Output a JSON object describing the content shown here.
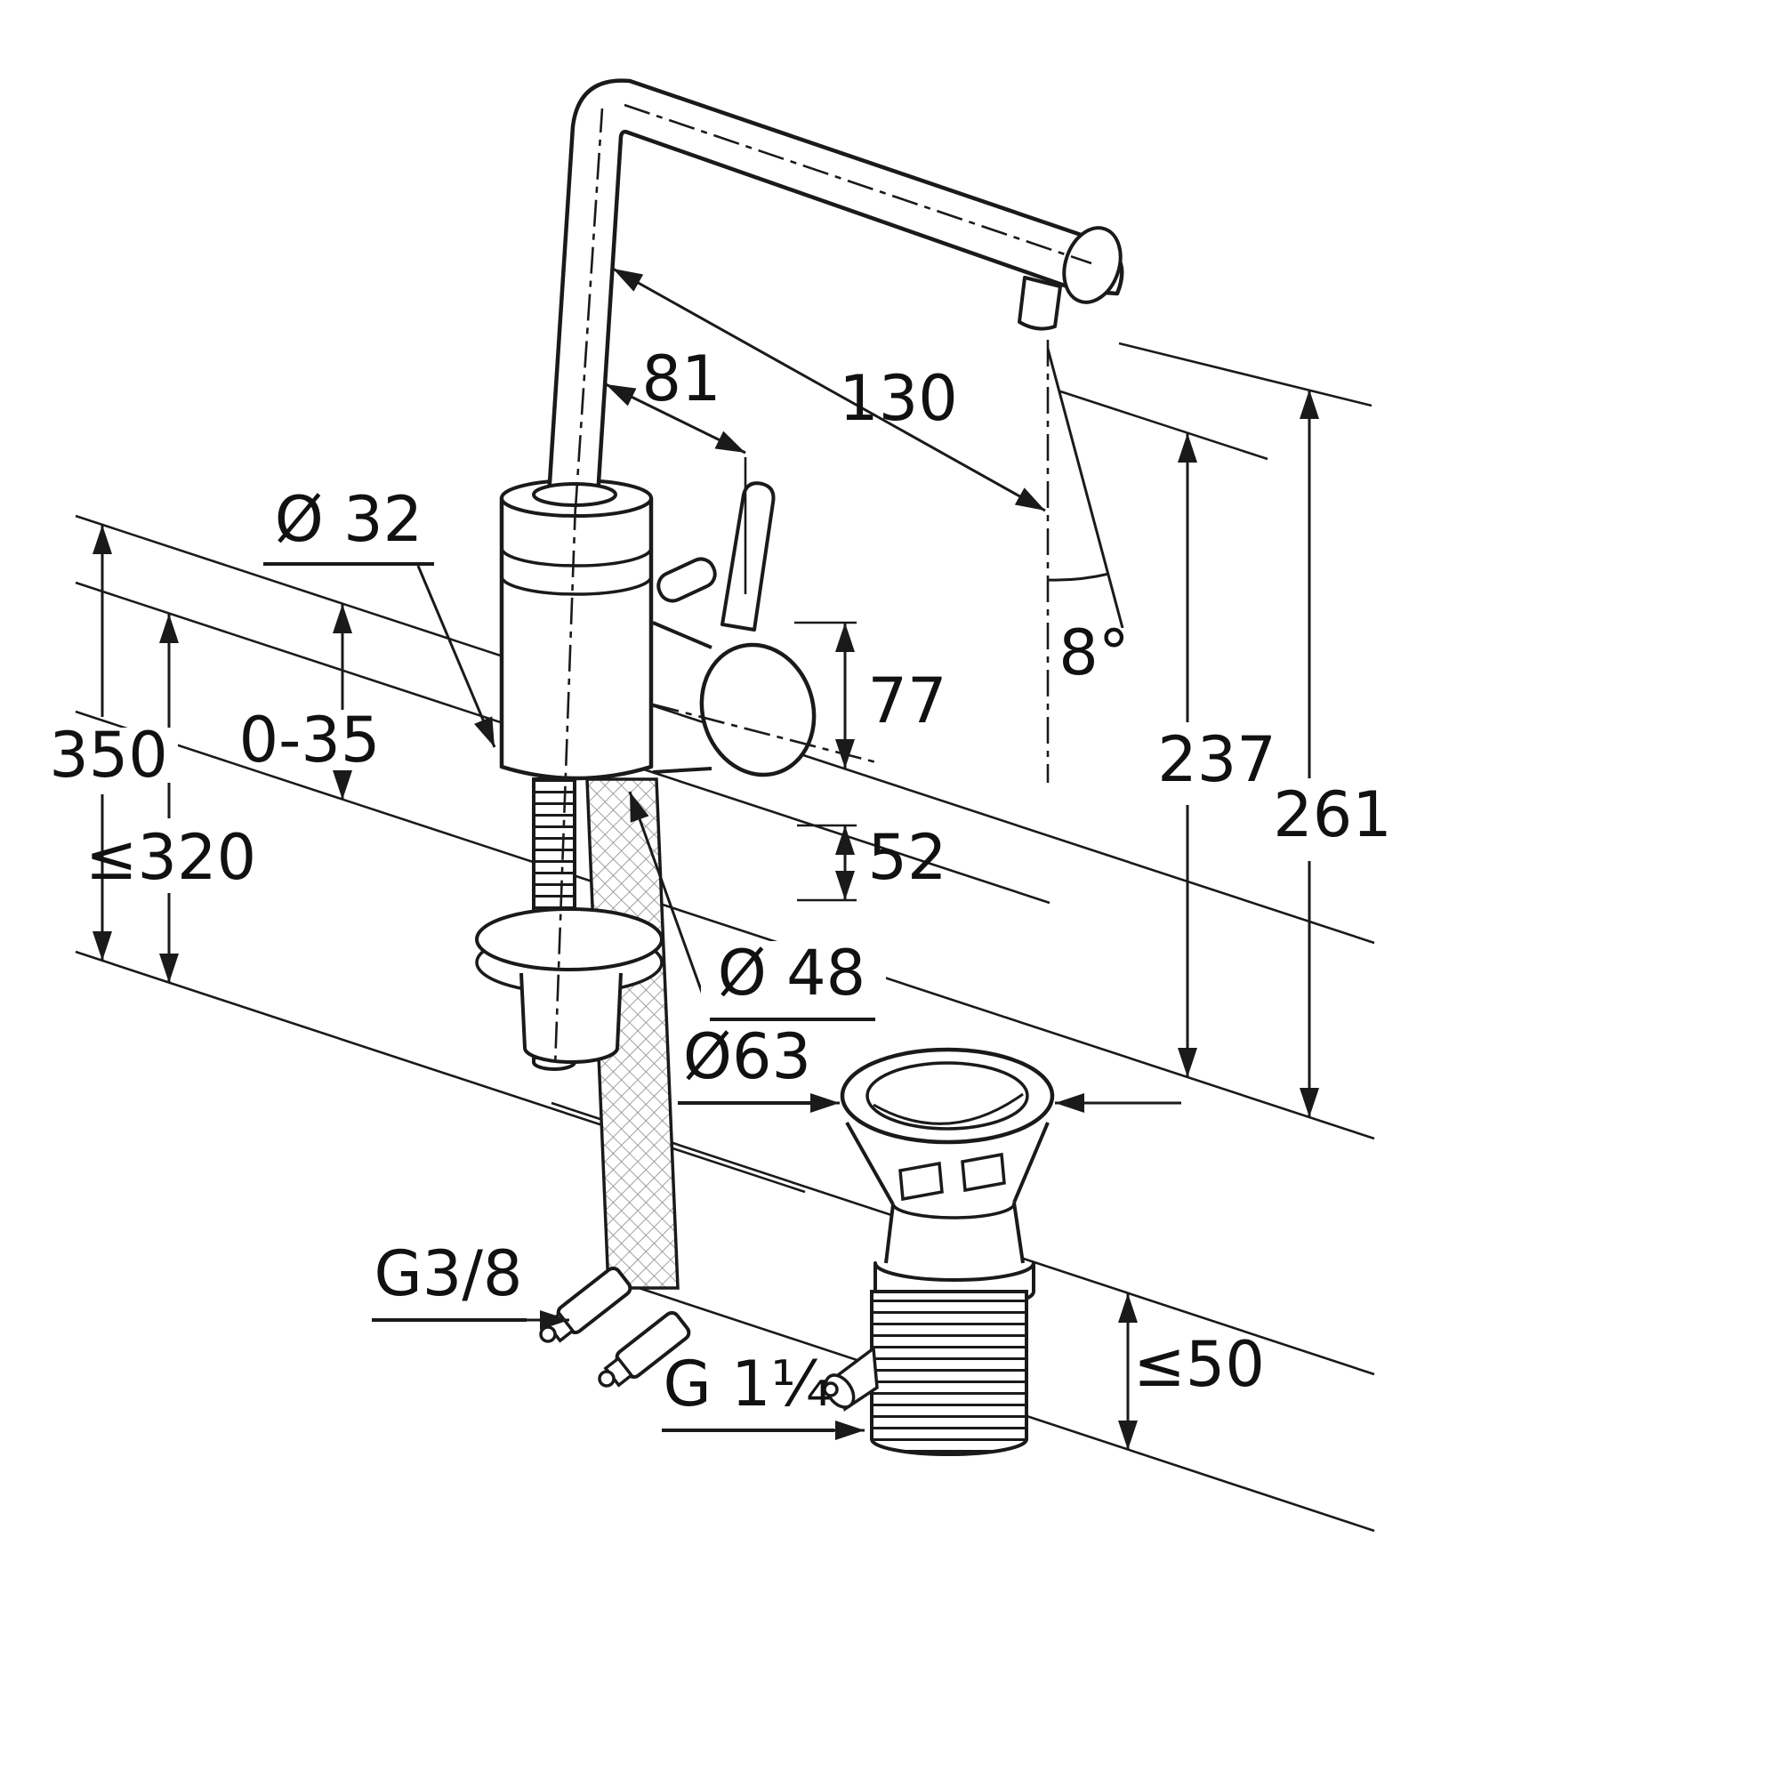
{
  "drawing": {
    "colors": {
      "background": "#ffffff",
      "line": "#1a1a1a"
    },
    "labels": {
      "dim_81": "81",
      "dim_130": "130",
      "dia_32": "Ø 32",
      "range_0_35": "0-35",
      "dim_350": "350",
      "dim_320": "≤320",
      "dim_77": "77",
      "dim_52": "52",
      "dim_237": "237",
      "dim_261": "261",
      "angle_8": "8°",
      "dia_48": "Ø 48",
      "dia_63": "Ø63",
      "thread_supply": "G3/8",
      "thread_drain": "G 1¼",
      "dim_50": "≤50"
    }
  }
}
